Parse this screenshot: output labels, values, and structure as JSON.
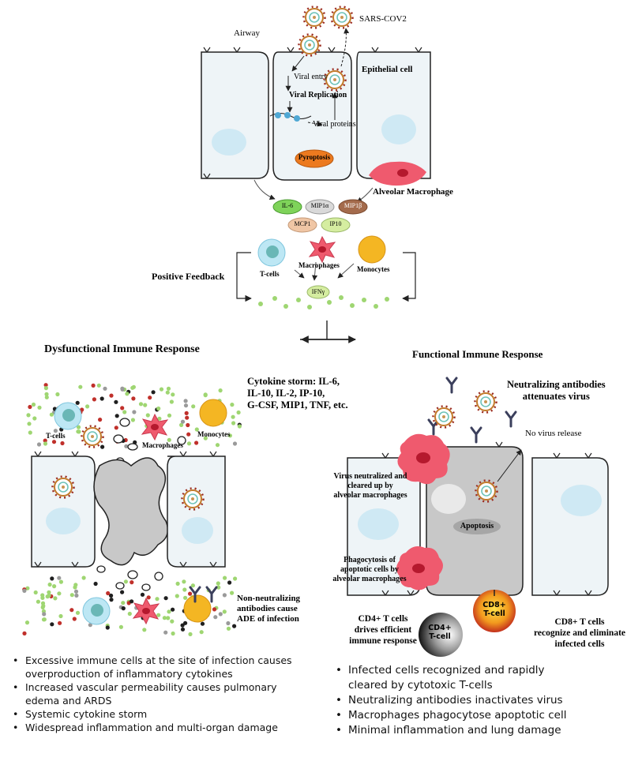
{
  "top": {
    "airway": "Airway",
    "virus": "SARS-COV2",
    "epithelial": "Epithelial cell",
    "viral_entry": "Viral entry",
    "viral_replication": "Viral Replication",
    "viral_proteins": "Viral proteins",
    "pyroptosis": "Pyroptosis",
    "alveolar_macrophage": "Alveolar Macrophage"
  },
  "cytokines": {
    "il6": "IL-6",
    "mip1a": "MIP1α",
    "mip1b": "MIP1β",
    "mcp1": "MCP1",
    "ip10": "IP10"
  },
  "feedback": {
    "label": "Positive Feedback",
    "tcells": "T-cells",
    "macrophages": "Macrophages",
    "monocytes": "Monocytes",
    "ifn": "IFNγ"
  },
  "dysfunctional": {
    "title": "Dysfunctional Immune Response",
    "storm_lines": [
      "Cytokine storm: IL-6,",
      "IL-10, IL-2, IP-10,",
      "G-CSF, MIP1, TNF, etc."
    ],
    "tcells": "T-cells",
    "macrophages": "Macrophages",
    "monocytes": "Monocytes",
    "ade_lines": [
      "Non-neutralizing",
      "antibodies cause",
      "ADE of infection"
    ],
    "bullets": [
      [
        "Excessive immune cells at the site of infection causes",
        "overproduction of inflammatory cytokines"
      ],
      [
        "Increased vascular permeability causes pulmonary",
        "edema and ARDS"
      ],
      [
        "Systemic cytokine storm"
      ],
      [
        "Widespread inflammation and multi-organ damage"
      ]
    ]
  },
  "functional": {
    "title": "Functional Immune Response",
    "neutralizing_lines": [
      "Neutralizing antibodies",
      "attenuates virus"
    ],
    "no_release": "No virus release",
    "virus_neutralized_lines": [
      "Virus neutralized and",
      "cleared up by",
      "alveolar macrophages"
    ],
    "apoptosis": "Apoptosis",
    "phagocytosis_lines": [
      "Phagocytosis of",
      "apoptotic cells by",
      "alveolar macrophages"
    ],
    "cd4_cell": [
      "CD4+",
      "T-cell"
    ],
    "cd8_cell": [
      "CD8+",
      "T-cell"
    ],
    "cd4_lines": [
      "CD4+ T cells",
      "drives efficient",
      "immune response"
    ],
    "cd8_lines": [
      "CD8+ T cells",
      "recognize and eliminate",
      "infected cells"
    ],
    "bullets": [
      [
        "Infected cells recognized and rapidly",
        "cleared by cytotoxic T-cells"
      ],
      [
        "Neutralizing antibodies inactivates virus"
      ],
      [
        "Macrophages phagocytose apoptotic cell"
      ],
      [
        "Minimal inflammation and lung damage"
      ]
    ]
  },
  "colors": {
    "epithelial": "#eef4f7",
    "nucleus": "#cfe9f4",
    "infected_cell": "#c8c8c8",
    "macrophage": "#ef5a6e",
    "monocyte": "#f4b623",
    "dot_green": "#9fd672",
    "dot_red": "#c0302b",
    "pyroptosis": "#ec7a1f"
  }
}
